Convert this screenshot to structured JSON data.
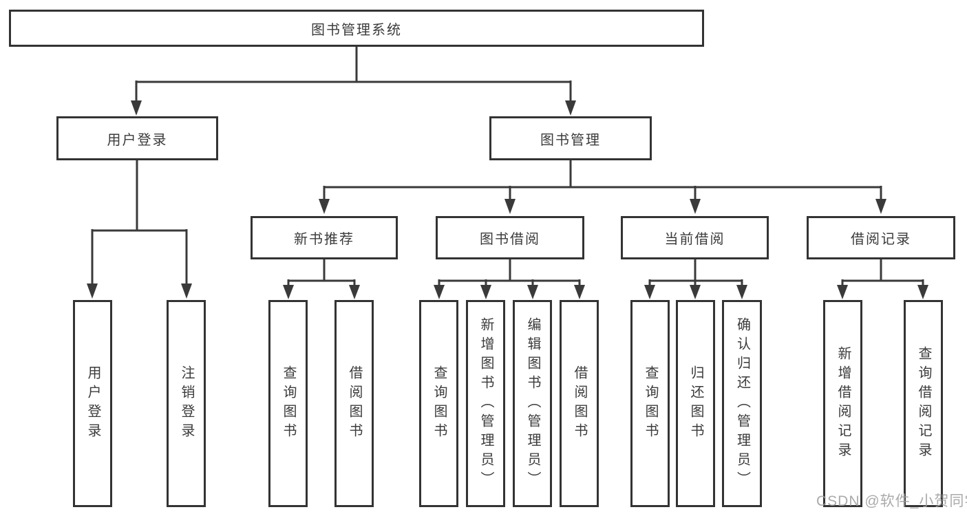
{
  "diagram": {
    "root": {
      "label": "图书管理系统"
    },
    "branches": [
      {
        "label": "用户登录",
        "children": [
          {
            "label": "用户登录"
          },
          {
            "label": "注销登录"
          }
        ]
      },
      {
        "label": "图书管理",
        "children": [
          {
            "label": "新书推荐",
            "children": [
              {
                "label": "查询图书"
              },
              {
                "label": "借阅图书"
              }
            ]
          },
          {
            "label": "图书借阅",
            "children": [
              {
                "label": "查询图书"
              },
              {
                "label": "新增图书（管理员）"
              },
              {
                "label": "编辑图书（管理员）"
              },
              {
                "label": "借阅图书"
              }
            ]
          },
          {
            "label": "当前借阅",
            "children": [
              {
                "label": "查询图书"
              },
              {
                "label": "归还图书"
              },
              {
                "label": "确认归还（管理员）"
              }
            ]
          },
          {
            "label": "借阅记录",
            "children": [
              {
                "label": "新增借阅记录"
              },
              {
                "label": "查询借阅记录"
              }
            ]
          }
        ]
      }
    ]
  },
  "watermark": {
    "text": "CSDN @软件_小贺同学"
  },
  "colors": {
    "line": "#3a3a3a",
    "box_border": "#333333",
    "text": "#3b3b3b",
    "watermark": "#9e9e9e",
    "background": "#ffffff"
  }
}
